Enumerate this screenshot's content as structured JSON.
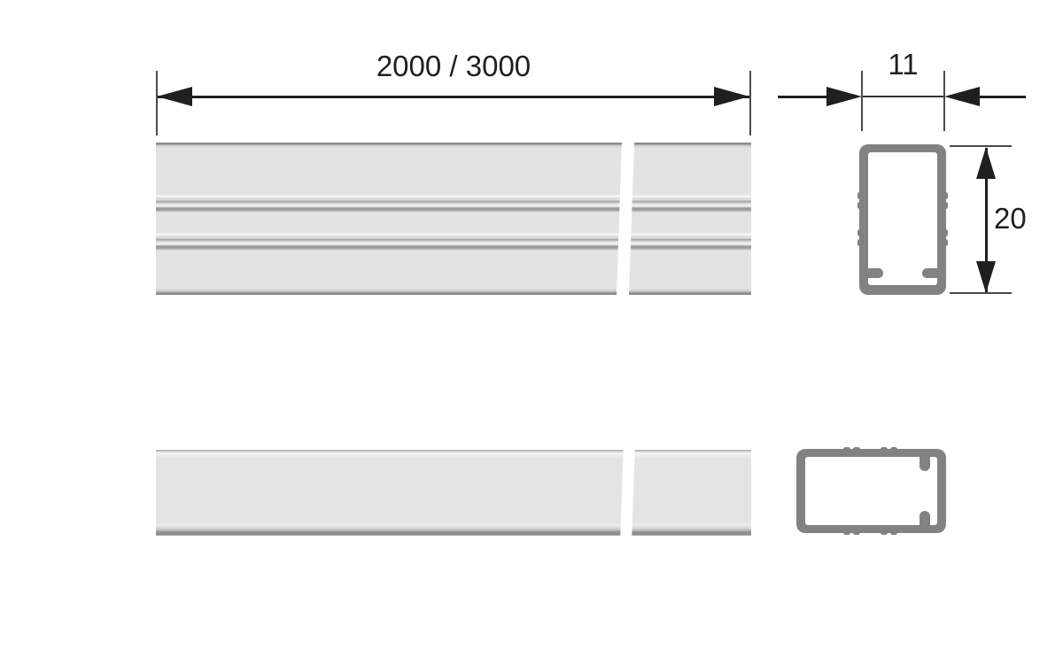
{
  "drawing": {
    "type": "aluminium-profile-technical-drawing",
    "dimensions": {
      "length": {
        "label": "2000 / 3000"
      },
      "width": {
        "label": "11"
      },
      "height": {
        "label": "20"
      }
    },
    "colors": {
      "ink": "#1f1f1f",
      "extension_line": "#4a4a4a",
      "profile_body": "#e3e3e3",
      "profile_edge": "#8a8a8a",
      "section_wall": "#828282",
      "section_interior": "#ffffff",
      "background": "#ffffff"
    }
  }
}
